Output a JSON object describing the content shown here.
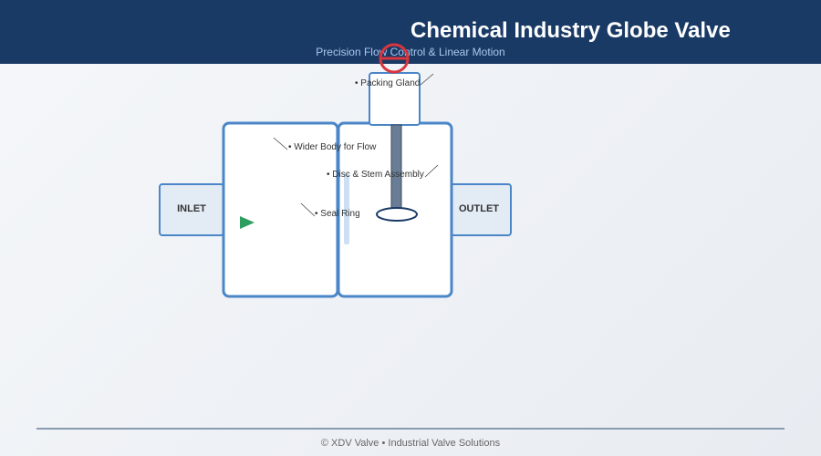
{
  "header": {
    "title": "Chemical Industry Globe Valve",
    "subtitle": "Precision Flow Control & Linear Motion"
  },
  "ports": {
    "inlet": "INLET",
    "outlet": "OUTLET"
  },
  "labels": {
    "packing_gland": "• Packing Gland",
    "wider_body": "• Wider Body for Flow",
    "disc_stem": "• Disc & Stem Assembly",
    "seal_ring": "• Seal Ring"
  },
  "footer": {
    "text": "© XDV Valve • Industrial Valve Solutions"
  },
  "colors": {
    "header_bg": "#1a3a66",
    "body_stroke": "#4a86c8",
    "port_fill": "#e3ebf5",
    "stem": "#6a7d96",
    "flow_arrow": "#2e9e5e",
    "handwheel": "#d9363e"
  },
  "icons": {
    "handwheel": "handwheel-icon",
    "flow": "flow-arrow-icon"
  }
}
